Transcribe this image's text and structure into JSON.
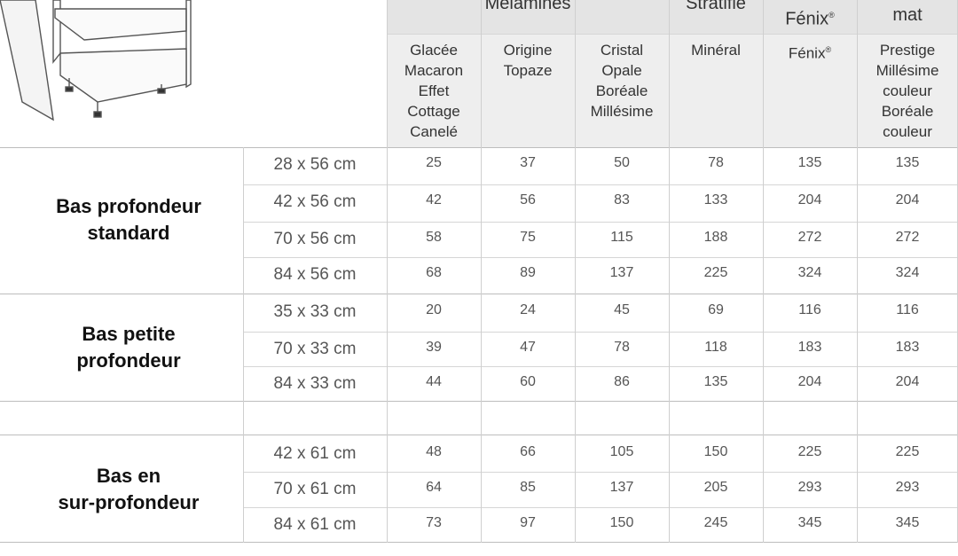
{
  "header": {
    "groups": [
      {
        "label": "Mélamines"
      },
      {
        "label": "Stratifié"
      },
      {
        "label": "Fénix",
        "sup": "®"
      },
      {
        "label": "mat"
      }
    ],
    "columns": [
      {
        "lines": [
          "Glacée",
          "Macaron",
          "Effet",
          "Cottage",
          "Canelé"
        ]
      },
      {
        "lines": [
          "Origine",
          "Topaze"
        ]
      },
      {
        "lines": [
          "Cristal",
          "Opale",
          "Boréale",
          "Millésime"
        ]
      },
      {
        "lines": [
          "Minéral"
        ]
      },
      {
        "lines": [
          "Fénix"
        ],
        "sup": "®"
      },
      {
        "lines": [
          "Prestige",
          "Millésime",
          "couleur",
          "Boréale",
          "couleur"
        ]
      }
    ]
  },
  "groups": [
    {
      "label": [
        "Bas profondeur",
        "standard"
      ],
      "rows": [
        {
          "size": "28 x 56 cm",
          "prices": [
            "25",
            "37",
            "50",
            "78",
            "135",
            "135"
          ]
        },
        {
          "size": "42 x 56 cm",
          "prices": [
            "42",
            "56",
            "83",
            "133",
            "204",
            "204"
          ]
        },
        {
          "size": "70 x 56 cm",
          "prices": [
            "58",
            "75",
            "115",
            "188",
            "272",
            "272"
          ]
        },
        {
          "size": "84 x 56 cm",
          "prices": [
            "68",
            "89",
            "137",
            "225",
            "324",
            "324"
          ]
        }
      ]
    },
    {
      "label": [
        "Bas petite",
        "profondeur"
      ],
      "rows": [
        {
          "size": "35 x 33 cm",
          "prices": [
            "20",
            "24",
            "45",
            "69",
            "116",
            "116"
          ]
        },
        {
          "size": "70 x 33 cm",
          "prices": [
            "39",
            "47",
            "78",
            "118",
            "183",
            "183"
          ]
        },
        {
          "size": "84 x 33 cm",
          "prices": [
            "44",
            "60",
            "86",
            "135",
            "204",
            "204"
          ]
        }
      ]
    },
    {
      "label": [
        "Bas en",
        "sur-profondeur"
      ],
      "rows": [
        {
          "size": "42 x 61 cm",
          "prices": [
            "48",
            "66",
            "105",
            "150",
            "225",
            "225"
          ]
        },
        {
          "size": "70 x 61 cm",
          "prices": [
            "64",
            "85",
            "137",
            "205",
            "293",
            "293"
          ]
        },
        {
          "size": "84 x 61 cm",
          "prices": [
            "73",
            "97",
            "150",
            "245",
            "345",
            "345"
          ]
        }
      ]
    }
  ]
}
